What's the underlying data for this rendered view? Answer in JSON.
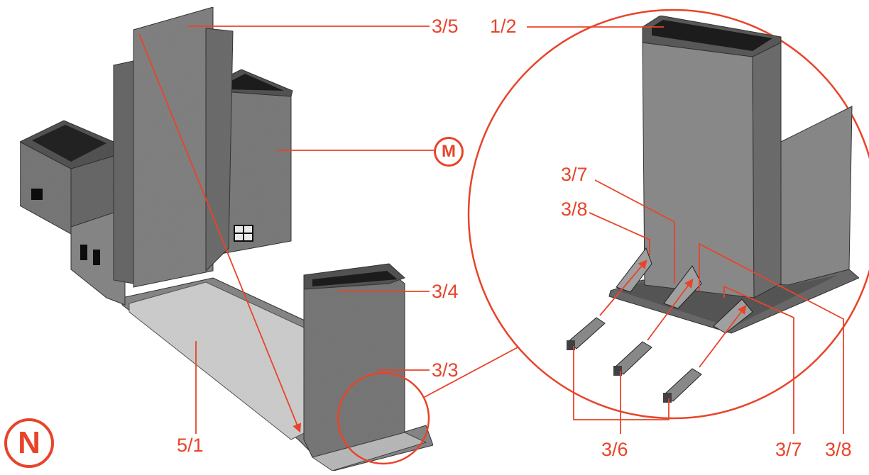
{
  "labels": {
    "l35": "3/5",
    "l12": "1/2",
    "lm": "M",
    "l34": "3/4",
    "l33": "3/3",
    "l51": "5/1",
    "ln": "N",
    "l37a": "3/7",
    "l38a": "3/8",
    "l36": "3/6",
    "l37b": "3/7",
    "l38b": "3/8"
  },
  "colors": {
    "accent": "#e8442a",
    "model_dark": "#6e6e6e",
    "model_mid": "#8c8c8c",
    "model_light": "#cfcfcf",
    "background": "#ffffff"
  }
}
